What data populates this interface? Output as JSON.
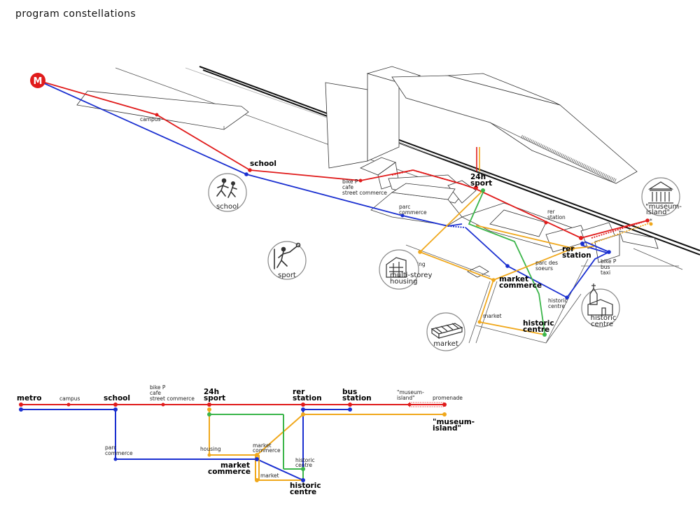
{
  "title": "program constellations",
  "colors": {
    "red": "#e01b1b",
    "blue": "#1a2fd0",
    "orange": "#f0a81c",
    "green": "#3bb54a",
    "metro_badge": "#e01b1b"
  },
  "map": {
    "metro_badge": "M",
    "labels": {
      "campus": "campus",
      "school": "school",
      "bike_p": "bike P",
      "cafe": "cafe",
      "street_commerce": "street commerce",
      "parc": "parc",
      "commerce": "commerce",
      "h24": "24h",
      "sport": "sport",
      "rer": "rer",
      "station": "station",
      "rer_small": "rer",
      "station_small": "station",
      "parc_des": "parc des",
      "soeurs": "soeurs",
      "housing": "housing",
      "market": "market",
      "market_b": "market",
      "commerce_b": "commerce",
      "historic_small": "historic",
      "centre_small": "centre",
      "historic_b": "historic",
      "centre_b": "centre",
      "bike_p2": "bike P",
      "bus": "bus",
      "taxi": "taxi",
      "museum_star": "*"
    },
    "icons": {
      "school": "school",
      "sport": "sport",
      "housing_1": "multi-storey",
      "housing_2": "housing",
      "market": "market",
      "historic_1": "historic",
      "historic_2": "centre",
      "museum_1": "\"museum-",
      "museum_2": "island\""
    }
  },
  "schematic": {
    "metro": "metro",
    "campus": "campus",
    "school": "school",
    "bike_p": "bike P",
    "cafe": "cafe",
    "street_commerce": "street commerce",
    "h24": "24h",
    "sport": "sport",
    "rer": "rer",
    "station": "station",
    "bus": "bus",
    "bus_station": "station",
    "museum_small_1": "\"museum-",
    "museum_small_2": "island\"",
    "promenade": "promenade",
    "museum_big_1": "\"museum-",
    "museum_big_2": "island\"",
    "parc": "parc",
    "commerce": "commerce",
    "housing": "housing",
    "market_small": "market",
    "commerce_small": "commerce",
    "market": "market",
    "market_b": "market",
    "commerce_b": "commerce",
    "historic_small": "historic",
    "centre_small": "centre",
    "historic_b": "historic",
    "centre_b": "centre"
  }
}
